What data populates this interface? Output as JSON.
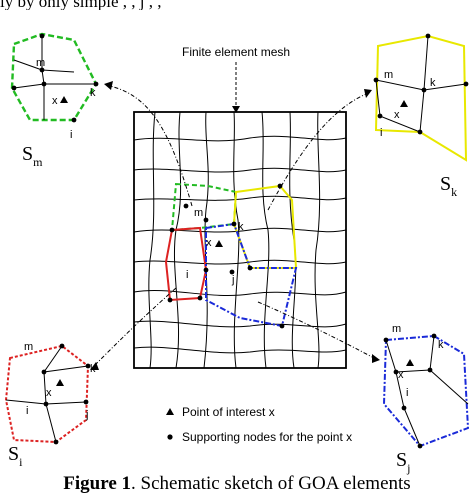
{
  "header_fragment": "ly by only simple       ,   ,  j ,   ,",
  "mesh": {
    "title": "Finite element mesh"
  },
  "legend": {
    "point_of_interest": "Point of interest x",
    "supporting_nodes": "Supporting nodes for the point x"
  },
  "node_labels": {
    "m": "m",
    "k": "k",
    "i": "i",
    "j": "j",
    "x": "x"
  },
  "subdomains": {
    "m": {
      "label": "S",
      "sub": "m",
      "color": "#22bb22"
    },
    "k": {
      "label": "S",
      "sub": "k",
      "color": "#e8e800"
    },
    "i": {
      "label": "S",
      "sub": "i",
      "color": "#dd2222"
    },
    "j": {
      "label": "S",
      "sub": "j",
      "color": "#1a2ad8"
    }
  },
  "caption": {
    "prefix": "Figure 1",
    "text": ". Schematic sketch of GOA elements"
  }
}
